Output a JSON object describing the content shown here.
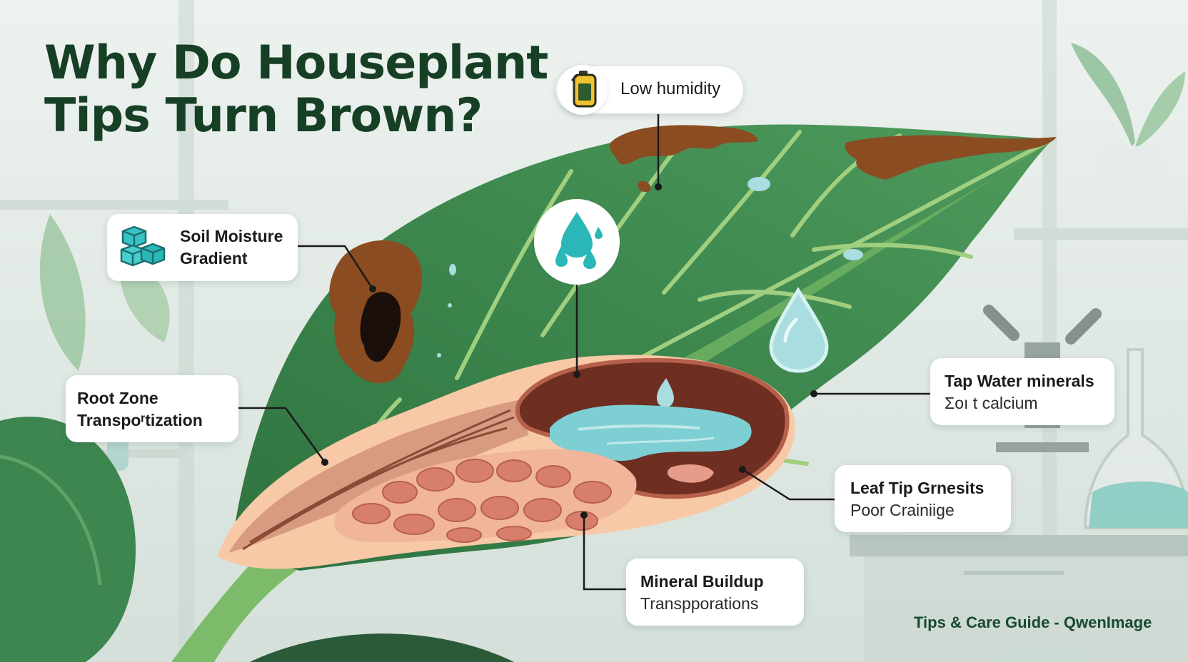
{
  "title": {
    "line1": "Why Do Houseplant",
    "line2": "Tips Turn Brown?"
  },
  "callouts": {
    "low_humidity": {
      "label": "Low humidity",
      "icon": "jerrycan-icon"
    },
    "soil_moisture": {
      "line1": "Soil Moisture",
      "line2": "Gradient",
      "icon": "cubes-icon"
    },
    "root_zone": {
      "line1": "Root Zone",
      "line2": "Transpoʳtization"
    },
    "tap_water": {
      "line1": "Tap Water minerals",
      "line2": "Σoı t calcium"
    },
    "leaf_tip": {
      "line1": "Leaf Tip Grnesits",
      "line2": "Poor Crainiige"
    },
    "mineral_buildup": {
      "line1": "Mineral Buildup",
      "line2": "Transpporations"
    }
  },
  "icons": {
    "water_drops": "water-drops-icon",
    "large_drop": "water-drop-icon",
    "jerrycan": "jerrycan-icon",
    "cubes": "cubes-icon"
  },
  "footer": {
    "credit": "Tips & Care Guide - QwenImage"
  },
  "colors": {
    "title": "#163f26",
    "leaf_dark": "#3f8a50",
    "leaf_light": "#7dbd6c",
    "vein": "#9fcf7f",
    "brown_spot": "#8b4c22",
    "soil": "#6e2e22",
    "water": "#7dcfd3",
    "tissue": "#e8a08e",
    "callout_bg": "#ffffff",
    "background": "#e3ebe7",
    "teal_icon": "#2bb7b7"
  }
}
